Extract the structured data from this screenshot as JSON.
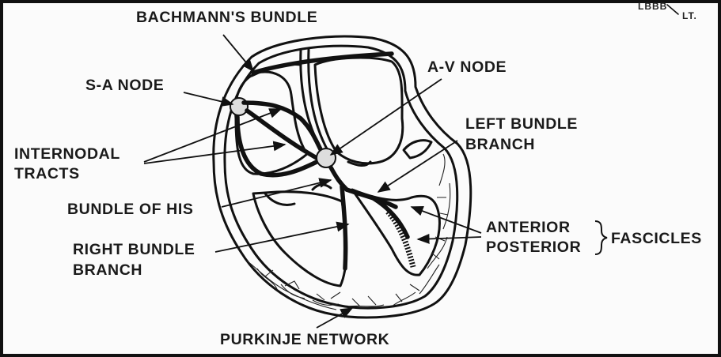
{
  "corner_note": {
    "line1": "LBBB",
    "line2": "LT."
  },
  "labels": {
    "bachmann": "BACHMANN'S BUNDLE",
    "sa_node": "S-A NODE",
    "av_node": "A-V NODE",
    "internodal_1": "INTERNODAL",
    "internodal_2": "TRACTS",
    "left_bundle_1": "LEFT BUNDLE",
    "left_bundle_2": "BRANCH",
    "bundle_his": "BUNDLE OF HIS",
    "anterior": "ANTERIOR",
    "posterior": "POSTERIOR",
    "fascicles": "FASCICLES",
    "right_bundle_1": "RIGHT BUNDLE",
    "right_bundle_2": "BRANCH",
    "purkinje": "PURKINJE NETWORK"
  }
}
